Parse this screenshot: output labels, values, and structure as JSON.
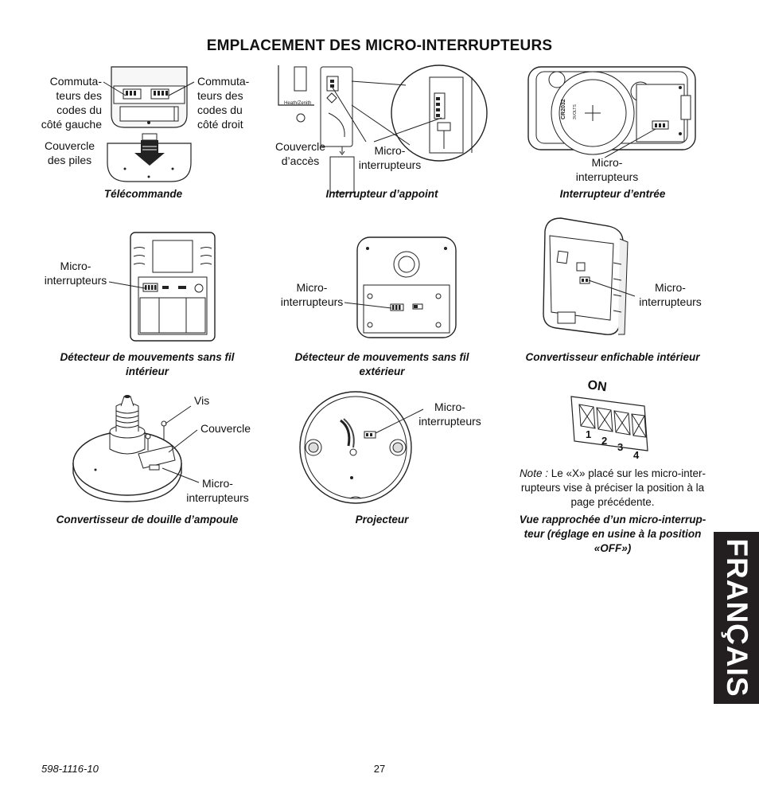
{
  "page": {
    "title": "EMPLACEMENT DES MICRO-INTERRUPTEURS",
    "language_tab": "FRANÇAIS",
    "doc_number": "598-1116-10",
    "page_number": "27"
  },
  "telecommande": {
    "left_label": "Commuta-\nteurs des\ncodes du\ncôté gauche",
    "right_label": "Commuta-\nteurs des\ncodes du\ncôté droit",
    "battery_label": "Couvercle\ndes piles",
    "caption": "Télécommande"
  },
  "interrupteur_appoint": {
    "cover_label": "Couvercle\nd’accès",
    "switch_label": "Micro-\ninterrupteurs",
    "caption": "Interrupteur d’appoint",
    "brand_mark": "Heath/Zenith"
  },
  "interrupteur_entree": {
    "battery_text": "CR2032",
    "battery_volts": "3VOLTS",
    "switch_label": "Micro-\ninterrupteurs",
    "caption": "Interrupteur d’entrée"
  },
  "detecteur_interieur": {
    "switch_label": "Micro-\ninterrupteurs",
    "caption": "Détecteur de mouvements sans fil\nintérieur"
  },
  "detecteur_exterieur": {
    "switch_label": "Micro-\ninterrupteurs",
    "caption": "Détecteur de mouvements sans fil\nextérieur"
  },
  "convertisseur_enfichable": {
    "switch_label": "Micro-\ninterrupteurs",
    "caption": "Convertisseur enfichable intérieur"
  },
  "convertisseur_douille": {
    "screw_label": "Vis",
    "cover_label": "Couvercle",
    "switch_label": "Micro-\ninterrupteurs",
    "caption": "Convertisseur de douille d’ampoule"
  },
  "projecteur": {
    "switch_label": "Micro-\ninterrupteurs",
    "caption": "Projecteur"
  },
  "vue_rapprochee": {
    "on_text": "ON",
    "switch_numbers": [
      "1",
      "2",
      "3",
      "4"
    ],
    "note_prefix": "Note :",
    "note_text": " Le «X» placé sur les micro-inter-\nrupteurs vise à préciser la position à la\npage précédente.",
    "caption": "Vue rapprochée d’un micro-interrup-\nteur (réglage en usine à la position\n«OFF»)"
  }
}
